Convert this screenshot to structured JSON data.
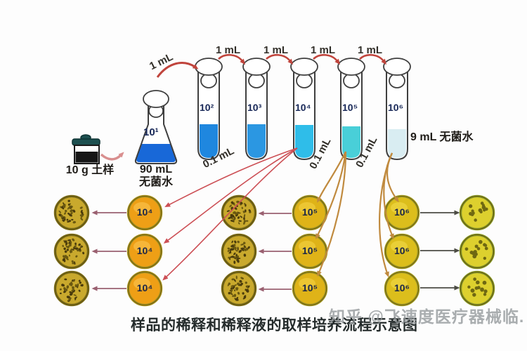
{
  "figure": {
    "caption": "样品的稀释和稀释液的取样培养流程示意图",
    "watermark": "知乎 @飞速度医疗器械临.",
    "soil": {
      "label": "10 g 土样"
    },
    "flask": {
      "dilution_label": "10¹",
      "volume": "90 mL",
      "water": "无菌水",
      "liquid_color": "#1868d8"
    },
    "sterile_water_note": "9 mL 无菌水",
    "transfer_volume": "1 mL",
    "plating_volume": "0.1 mL",
    "tubes": [
      {
        "label": "10²",
        "liquid_color": "#1f87df"
      },
      {
        "label": "10³",
        "liquid_color": "#2b97e2"
      },
      {
        "label": "10⁴",
        "liquid_color": "#2fbde9"
      },
      {
        "label": "10⁵",
        "liquid_color": "#49cfd8"
      },
      {
        "label": "10⁶",
        "liquid_color": "#d9edf2"
      }
    ],
    "dish_columns": [
      {
        "type": "colony",
        "density": "dense"
      },
      {
        "type": "labeled",
        "label": "10⁴",
        "fill": "#ee9f16",
        "light": "#f7bb42",
        "rim": "#a8921f"
      },
      {
        "type": "colony",
        "density": "dense"
      },
      {
        "type": "labeled",
        "label": "10⁵",
        "fill": "#dfb318",
        "light": "#efcb3a",
        "rim": "#a39722"
      },
      {
        "type": "labeled",
        "label": "10⁶",
        "fill": "#dcbe1c",
        "light": "#ecd33e",
        "rim": "#a39d24"
      },
      {
        "type": "colony",
        "density": "sparse"
      }
    ],
    "colors": {
      "outline": "#3f3f3f",
      "transfer_arrow_red": "#c0443c",
      "fan_pink": "#cc4f55",
      "fan_orange": "#c08a3e",
      "dish_arrow_mauve": "#9a6070",
      "dish_arrow_dark": "#4c4c44",
      "pot_arrow_pink": "#d98f8f",
      "colony_dense_fill": "#c9a92d",
      "colony_dense_rim": "#7e6e1a",
      "colony_dense_dot": "#4a3b0c",
      "colony_sparse_fill": "#ddd02e",
      "colony_sparse_rim": "#8a9a28",
      "colony_sparse_dot": "#6f6812",
      "pot_lid": "#1d5050",
      "pot_body": "#161616"
    }
  }
}
